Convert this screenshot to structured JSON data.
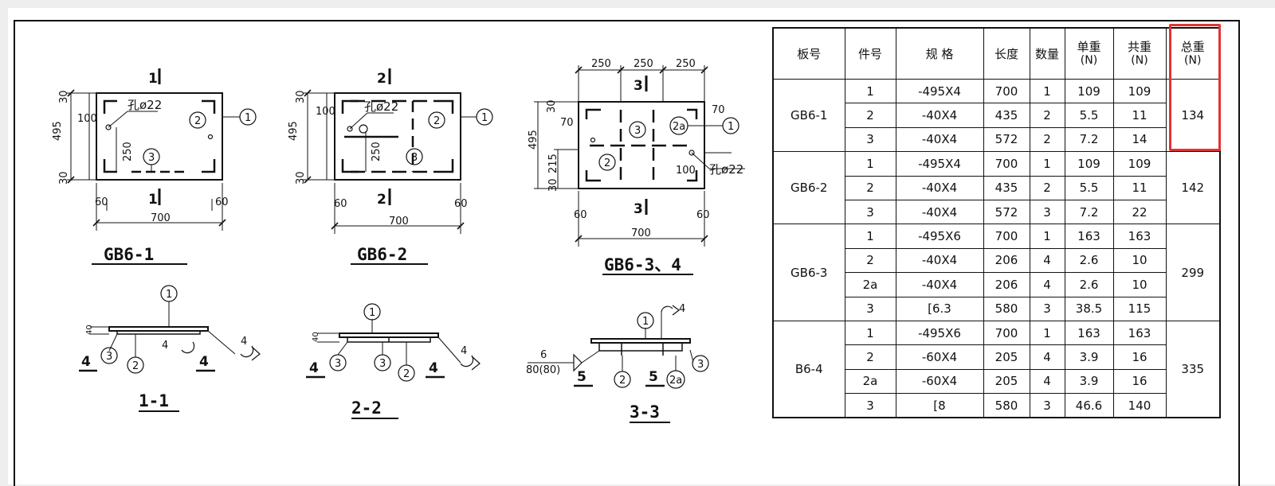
{
  "drawings": {
    "titles": {
      "gb6_1": "GB6-1",
      "gb6_2": "GB6-2",
      "gb6_34": "GB6-3、4",
      "sec_11": "1-1",
      "sec_22": "2-2",
      "sec_33": "3-3"
    },
    "dims": {
      "d30": "30",
      "d100": "100",
      "d495": "495",
      "d250": "250",
      "d60": "60",
      "d700": "700",
      "d70": "70",
      "d215": "215",
      "d40": "40",
      "d6": "6",
      "d8080": "80(80)"
    },
    "hole_label": "孔ø22",
    "part_labels": {
      "p1": "1",
      "p2": "2",
      "p2a": "2a",
      "p3": "3"
    },
    "section_marks": {
      "s1": "1",
      "s2": "2",
      "s3": "3"
    },
    "weld_marks": {
      "w4": "4",
      "w5": "5"
    }
  },
  "table": {
    "headers": [
      {
        "label": "板号",
        "unit": ""
      },
      {
        "label": "件号",
        "unit": ""
      },
      {
        "label": "规 格",
        "unit": ""
      },
      {
        "label": "长度",
        "unit": ""
      },
      {
        "label": "数量",
        "unit": ""
      },
      {
        "label": "单重",
        "unit": "(N)"
      },
      {
        "label": "共重",
        "unit": "(N)"
      },
      {
        "label": "总重",
        "unit": "(N)"
      }
    ],
    "groups": [
      {
        "board": "GB6-1",
        "total": "134",
        "rows": [
          {
            "part": "1",
            "spec": "-495X4",
            "length": "700",
            "qty": "1",
            "unit_w": "109",
            "sum_w": "109"
          },
          {
            "part": "2",
            "spec": "-40X4",
            "length": "435",
            "qty": "2",
            "unit_w": "5.5",
            "sum_w": "11"
          },
          {
            "part": "3",
            "spec": "-40X4",
            "length": "572",
            "qty": "2",
            "unit_w": "7.2",
            "sum_w": "14"
          }
        ]
      },
      {
        "board": "GB6-2",
        "total": "142",
        "rows": [
          {
            "part": "1",
            "spec": "-495X4",
            "length": "700",
            "qty": "1",
            "unit_w": "109",
            "sum_w": "109"
          },
          {
            "part": "2",
            "spec": "-40X4",
            "length": "435",
            "qty": "2",
            "unit_w": "5.5",
            "sum_w": "11"
          },
          {
            "part": "3",
            "spec": "-40X4",
            "length": "572",
            "qty": "3",
            "unit_w": "7.2",
            "sum_w": "22"
          }
        ]
      },
      {
        "board": "GB6-3",
        "total": "299",
        "rows": [
          {
            "part": "1",
            "spec": "-495X6",
            "length": "700",
            "qty": "1",
            "unit_w": "163",
            "sum_w": "163"
          },
          {
            "part": "2",
            "spec": "-40X4",
            "length": "206",
            "qty": "4",
            "unit_w": "2.6",
            "sum_w": "10"
          },
          {
            "part": "2a",
            "spec": "-40X4",
            "length": "206",
            "qty": "4",
            "unit_w": "2.6",
            "sum_w": "10"
          },
          {
            "part": "3",
            "spec": "[6.3",
            "length": "580",
            "qty": "3",
            "unit_w": "38.5",
            "sum_w": "115"
          }
        ]
      },
      {
        "board": "B6-4",
        "total": "335",
        "rows": [
          {
            "part": "1",
            "spec": "-495X6",
            "length": "700",
            "qty": "1",
            "unit_w": "163",
            "sum_w": "163"
          },
          {
            "part": "2",
            "spec": "-60X4",
            "length": "205",
            "qty": "4",
            "unit_w": "3.9",
            "sum_w": "16"
          },
          {
            "part": "2a",
            "spec": "-60X4",
            "length": "205",
            "qty": "4",
            "unit_w": "3.9",
            "sum_w": "16"
          },
          {
            "part": "3",
            "spec": "[8",
            "length": "580",
            "qty": "3",
            "unit_w": "46.6",
            "sum_w": "140"
          }
        ]
      }
    ]
  },
  "colors": {
    "highlight": "#e33333",
    "ink": "#111111",
    "background": "#eeeeee"
  }
}
